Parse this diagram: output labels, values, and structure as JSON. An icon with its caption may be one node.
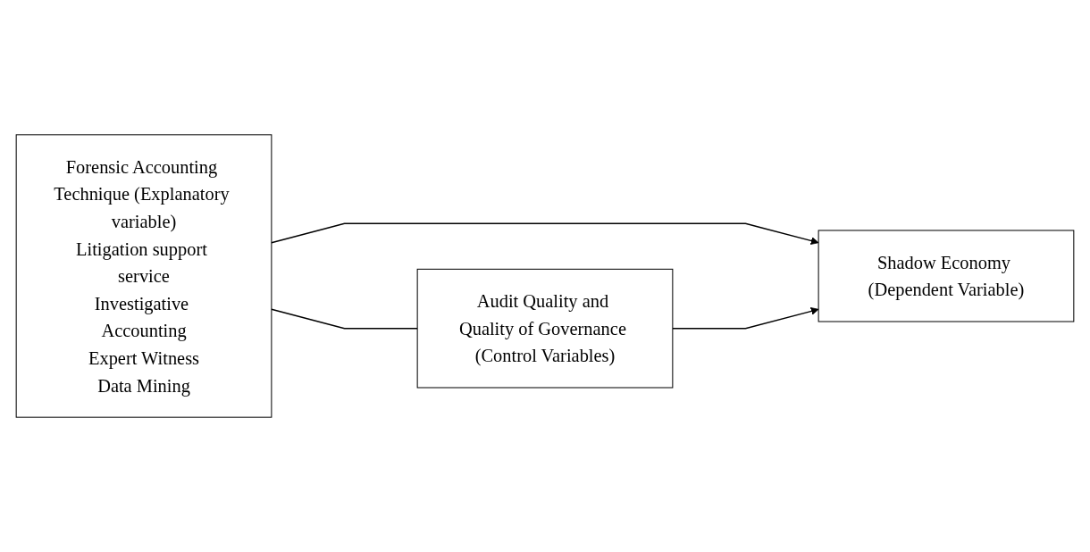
{
  "diagram": {
    "nodes": [
      {
        "text": [
          "Forensic Accounting Technique (Explanatory variable)",
          "Litigation support service",
          "Investigative Accounting",
          "Expert Witness",
          "Data Mining"
        ]
      },
      {
        "text": [
          "Shadow Economy (Dependent Variable)"
        ]
      },
      {
        "text": [
          "Audit Quality and Quality of Governance (Control Variables)"
        ]
      }
    ],
    "edges": [
      {
        "from": 0,
        "to": 1,
        "arrow": "to"
      },
      {
        "from": 0,
        "to": 2,
        "arrow": "none"
      },
      {
        "from": 2,
        "to": 1,
        "arrow": "to"
      }
    ]
  }
}
